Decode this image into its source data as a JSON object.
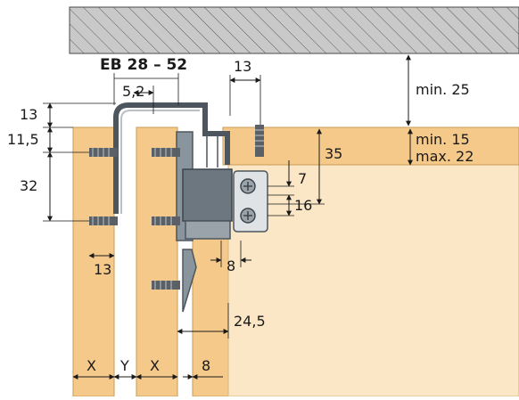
{
  "title": "EB 28 – 52",
  "dimensions": {
    "d_13_top": "13",
    "d_5_2": "5,2",
    "d_min_25": "min. 25",
    "d_13_left": "13",
    "d_11_5": "11,5",
    "d_32": "32",
    "d_35": "35",
    "d_min_15": "min. 15",
    "d_max_22": "max. 22",
    "d_7": "7",
    "d_16": "16",
    "d_8_mid": "8",
    "d_13_lower": "13",
    "d_24_5": "24,5",
    "d_x1": "X",
    "d_y": "Y",
    "d_x2": "X",
    "d_8_bottom": "8"
  },
  "colors": {
    "wood": "#f5c98a",
    "wood_light": "#fbe6c6",
    "wood_edge": "#c79a55",
    "ceiling": "#c9c9c9",
    "metal": "#8a949c",
    "metal_dark": "#4d565e",
    "line": "#1a1a1a"
  }
}
